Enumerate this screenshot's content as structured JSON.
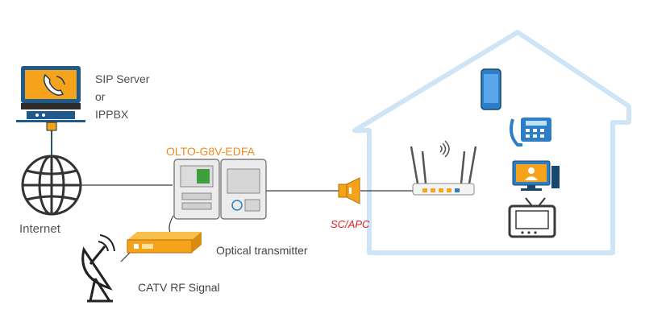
{
  "labels": {
    "sip_line1": "SIP Server",
    "sip_line2": "or",
    "sip_line3": "IPPBX",
    "device_name": "OLTO-G8V-EDFA",
    "internet": "Internet",
    "optical_transmitter": "Optical transmitter",
    "catv": "CATV RF Signal",
    "connector": "SC/APC"
  },
  "colors": {
    "house_outline": "#cfe4f5",
    "accent_orange": "#f08a1c",
    "connector_text": "#e02020",
    "monitor_blue": "#1f5a8a",
    "phone_blue": "#2c7fc6"
  }
}
